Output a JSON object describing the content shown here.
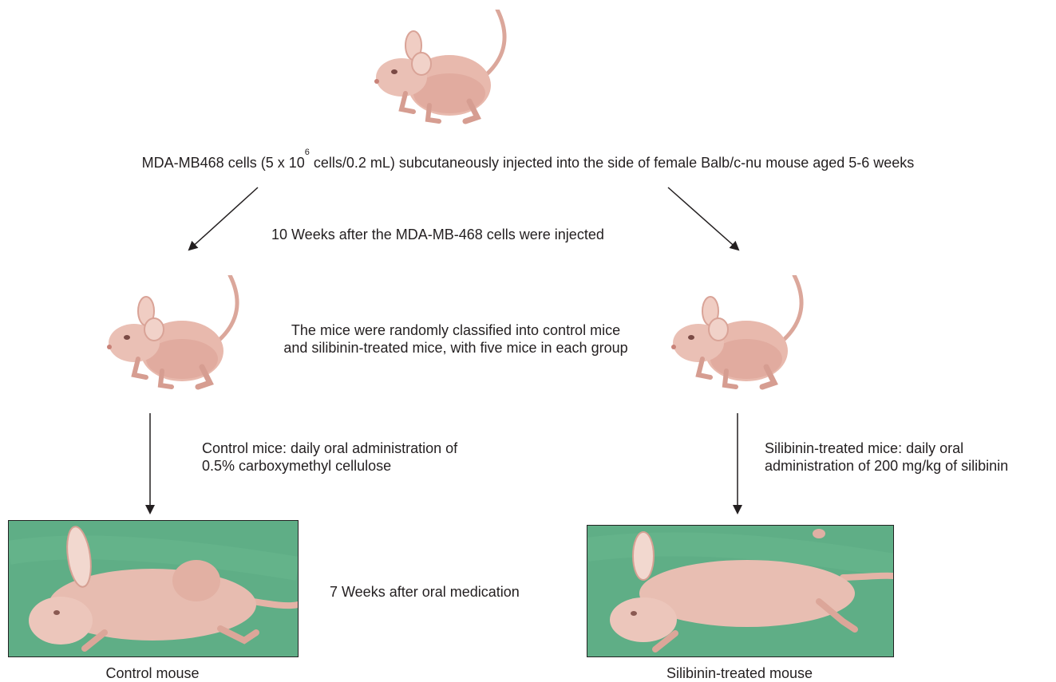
{
  "injection": {
    "text_before": "MDA-MB468 cells (5 x 10",
    "exponent": "6",
    "text_after": " cells/0.2 mL) subcutaneously injected into the side of female Balb/c-nu mouse aged 5-6 weeks"
  },
  "weeks_after_injection": "10 Weeks after the MDA-MB-468 cells were injected",
  "randomization": {
    "line1": "The mice were randomly classified into control mice",
    "line2": "and silibinin-treated mice, with five mice in each group"
  },
  "control_treatment": {
    "line1": "Control mice: daily oral administration of",
    "line2": "0.5% carboxymethyl cellulose"
  },
  "silibinin_treatment": {
    "line1": "Silibinin-treated mice: daily oral",
    "line2": "administration of 200 mg/kg of silibinin"
  },
  "weeks_after_medication": "7 Weeks after oral medication",
  "captions": {
    "control": "Control mouse",
    "silibinin": "Silibinin-treated mouse"
  },
  "colors": {
    "mouse_skin": "#e8b9ad",
    "photo_background": "#5fae86",
    "arrow": "#231f20"
  },
  "icons": {
    "mouse": "nude-mouse-icon",
    "arrow": "arrow-icon"
  }
}
